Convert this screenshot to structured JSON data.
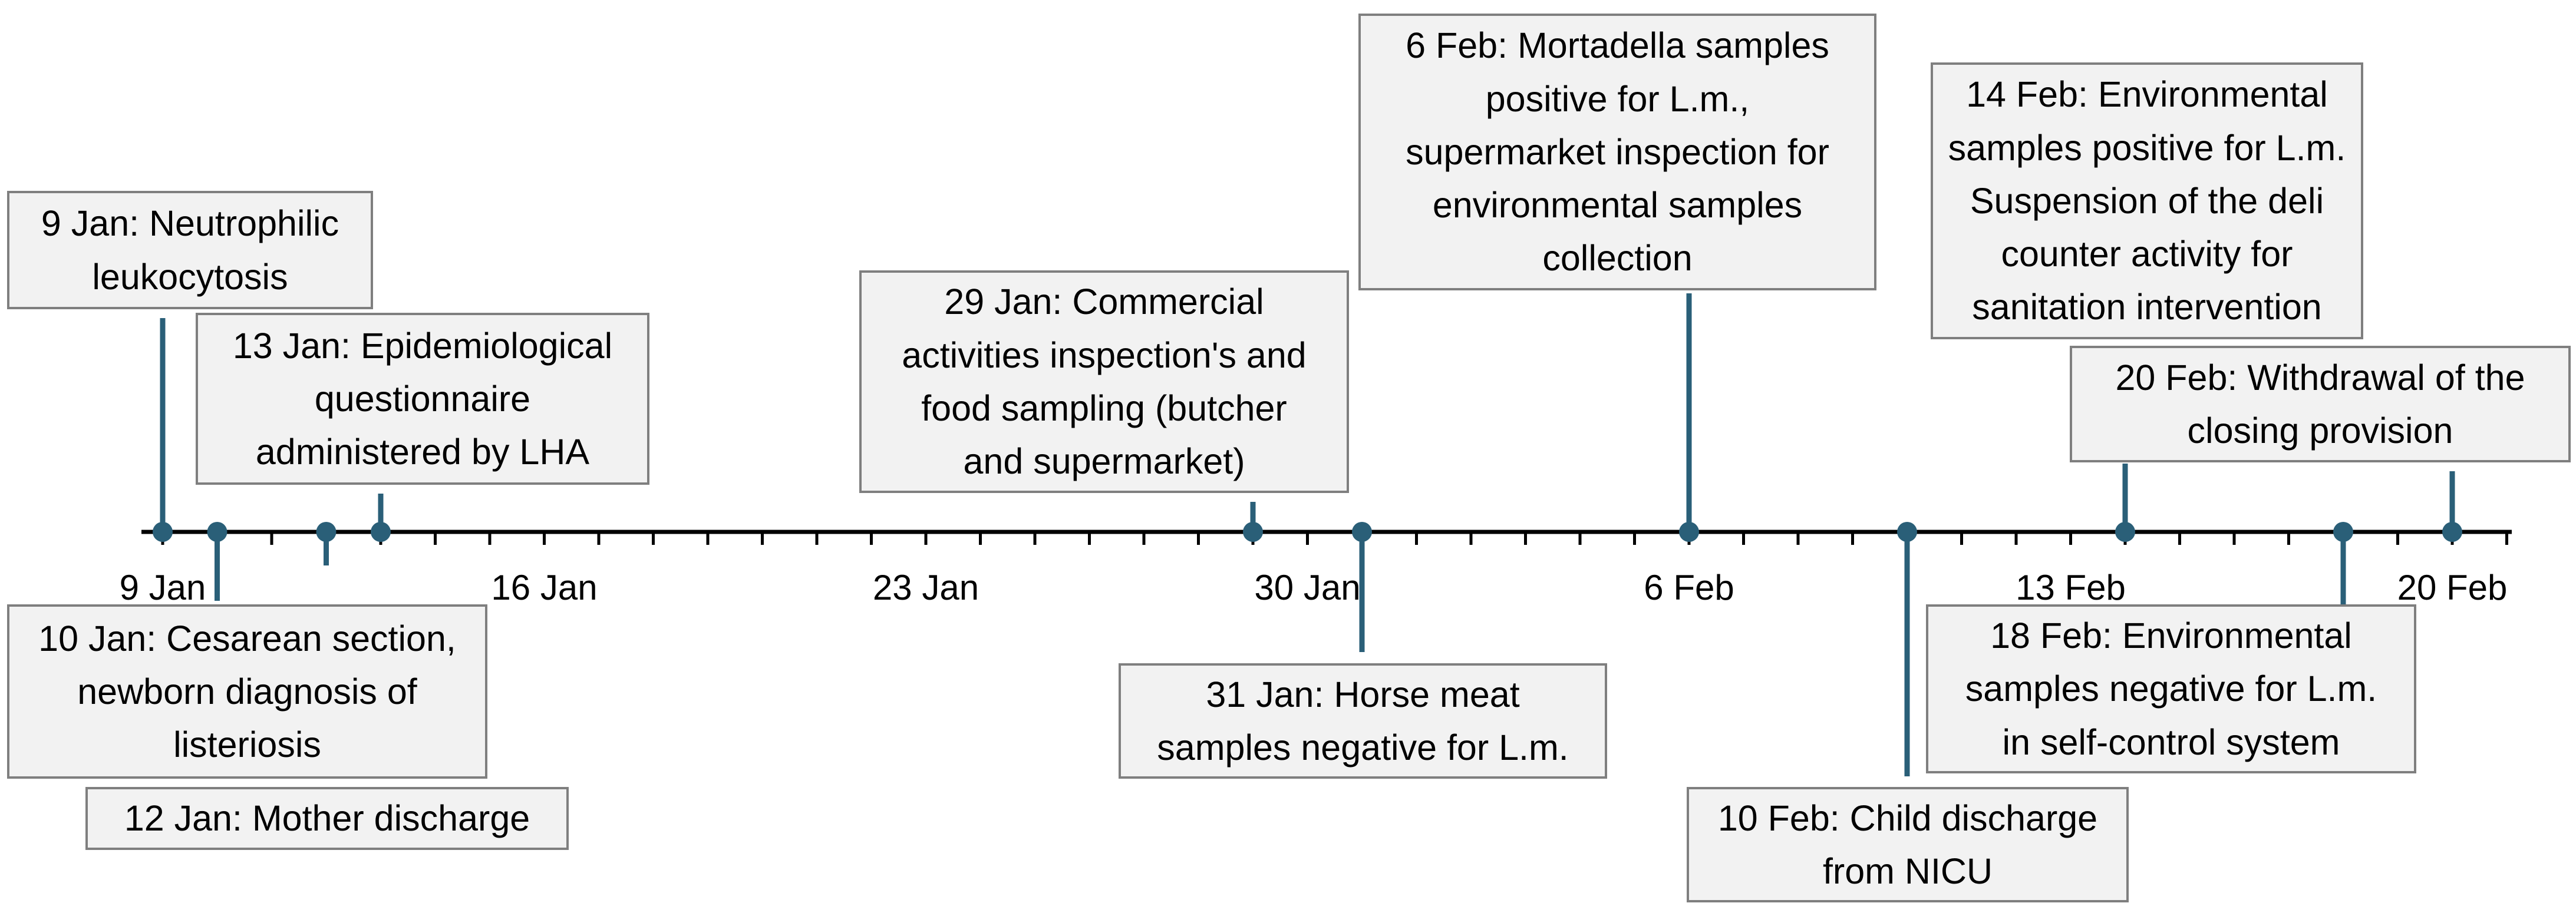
{
  "axis": {
    "start": "2024-01-07",
    "end": "2024-02-22",
    "tick_labels": [
      {
        "date": "2024-01-09",
        "label": "9 Jan"
      },
      {
        "date": "2024-01-16",
        "label": "16 Jan"
      },
      {
        "date": "2024-01-23",
        "label": "23 Jan"
      },
      {
        "date": "2024-01-30",
        "label": "30 Jan"
      },
      {
        "date": "2024-02-06",
        "label": "6 Feb"
      },
      {
        "date": "2024-02-13",
        "label": "13 Feb"
      },
      {
        "date": "2024-02-20",
        "label": "20 Feb"
      }
    ]
  },
  "colors": {
    "marker": "#2a5f78",
    "box_fill": "#f2f2f2",
    "box_border": "#7f7f7f",
    "axis": "#000000"
  },
  "events": [
    {
      "date": "2024-01-09",
      "side": "above",
      "text": "9 Jan: Neutrophilic\nleukocytosis"
    },
    {
      "date": "2024-01-13",
      "side": "above",
      "text": "13 Jan: Epidemiological\nquestionnaire\nadministered by LHA"
    },
    {
      "date": "2024-01-29",
      "side": "above",
      "text": "29 Jan: Commercial\nactivities inspection's and\nfood sampling (butcher\nand supermarket)"
    },
    {
      "date": "2024-02-06",
      "side": "above",
      "text": "6 Feb: Mortadella samples\npositive for L.m.,\nsupermarket inspection for\nenvironmental samples\ncollection"
    },
    {
      "date": "2024-02-14",
      "side": "above",
      "text": "14 Feb: Environmental\nsamples positive for L.m.\nSuspension of the deli\ncounter activity for\nsanitation intervention"
    },
    {
      "date": "2024-02-20",
      "side": "above",
      "text": "20 Feb: Withdrawal of the\nclosing provision"
    },
    {
      "date": "2024-01-10",
      "side": "below",
      "text": "10 Jan: Cesarean section,\nnewborn diagnosis of\nlisteriosis"
    },
    {
      "date": "2024-01-12",
      "side": "below",
      "text": "12 Jan: Mother discharge"
    },
    {
      "date": "2024-01-31",
      "side": "below",
      "text": "31 Jan: Horse meat\nsamples negative for L.m."
    },
    {
      "date": "2024-02-10",
      "side": "below",
      "text": "10 Feb: Child discharge\nfrom NICU"
    },
    {
      "date": "2024-02-18",
      "side": "below",
      "text": "18 Feb: Environmental\nsamples negative for L.m.\nin self-control system"
    }
  ]
}
